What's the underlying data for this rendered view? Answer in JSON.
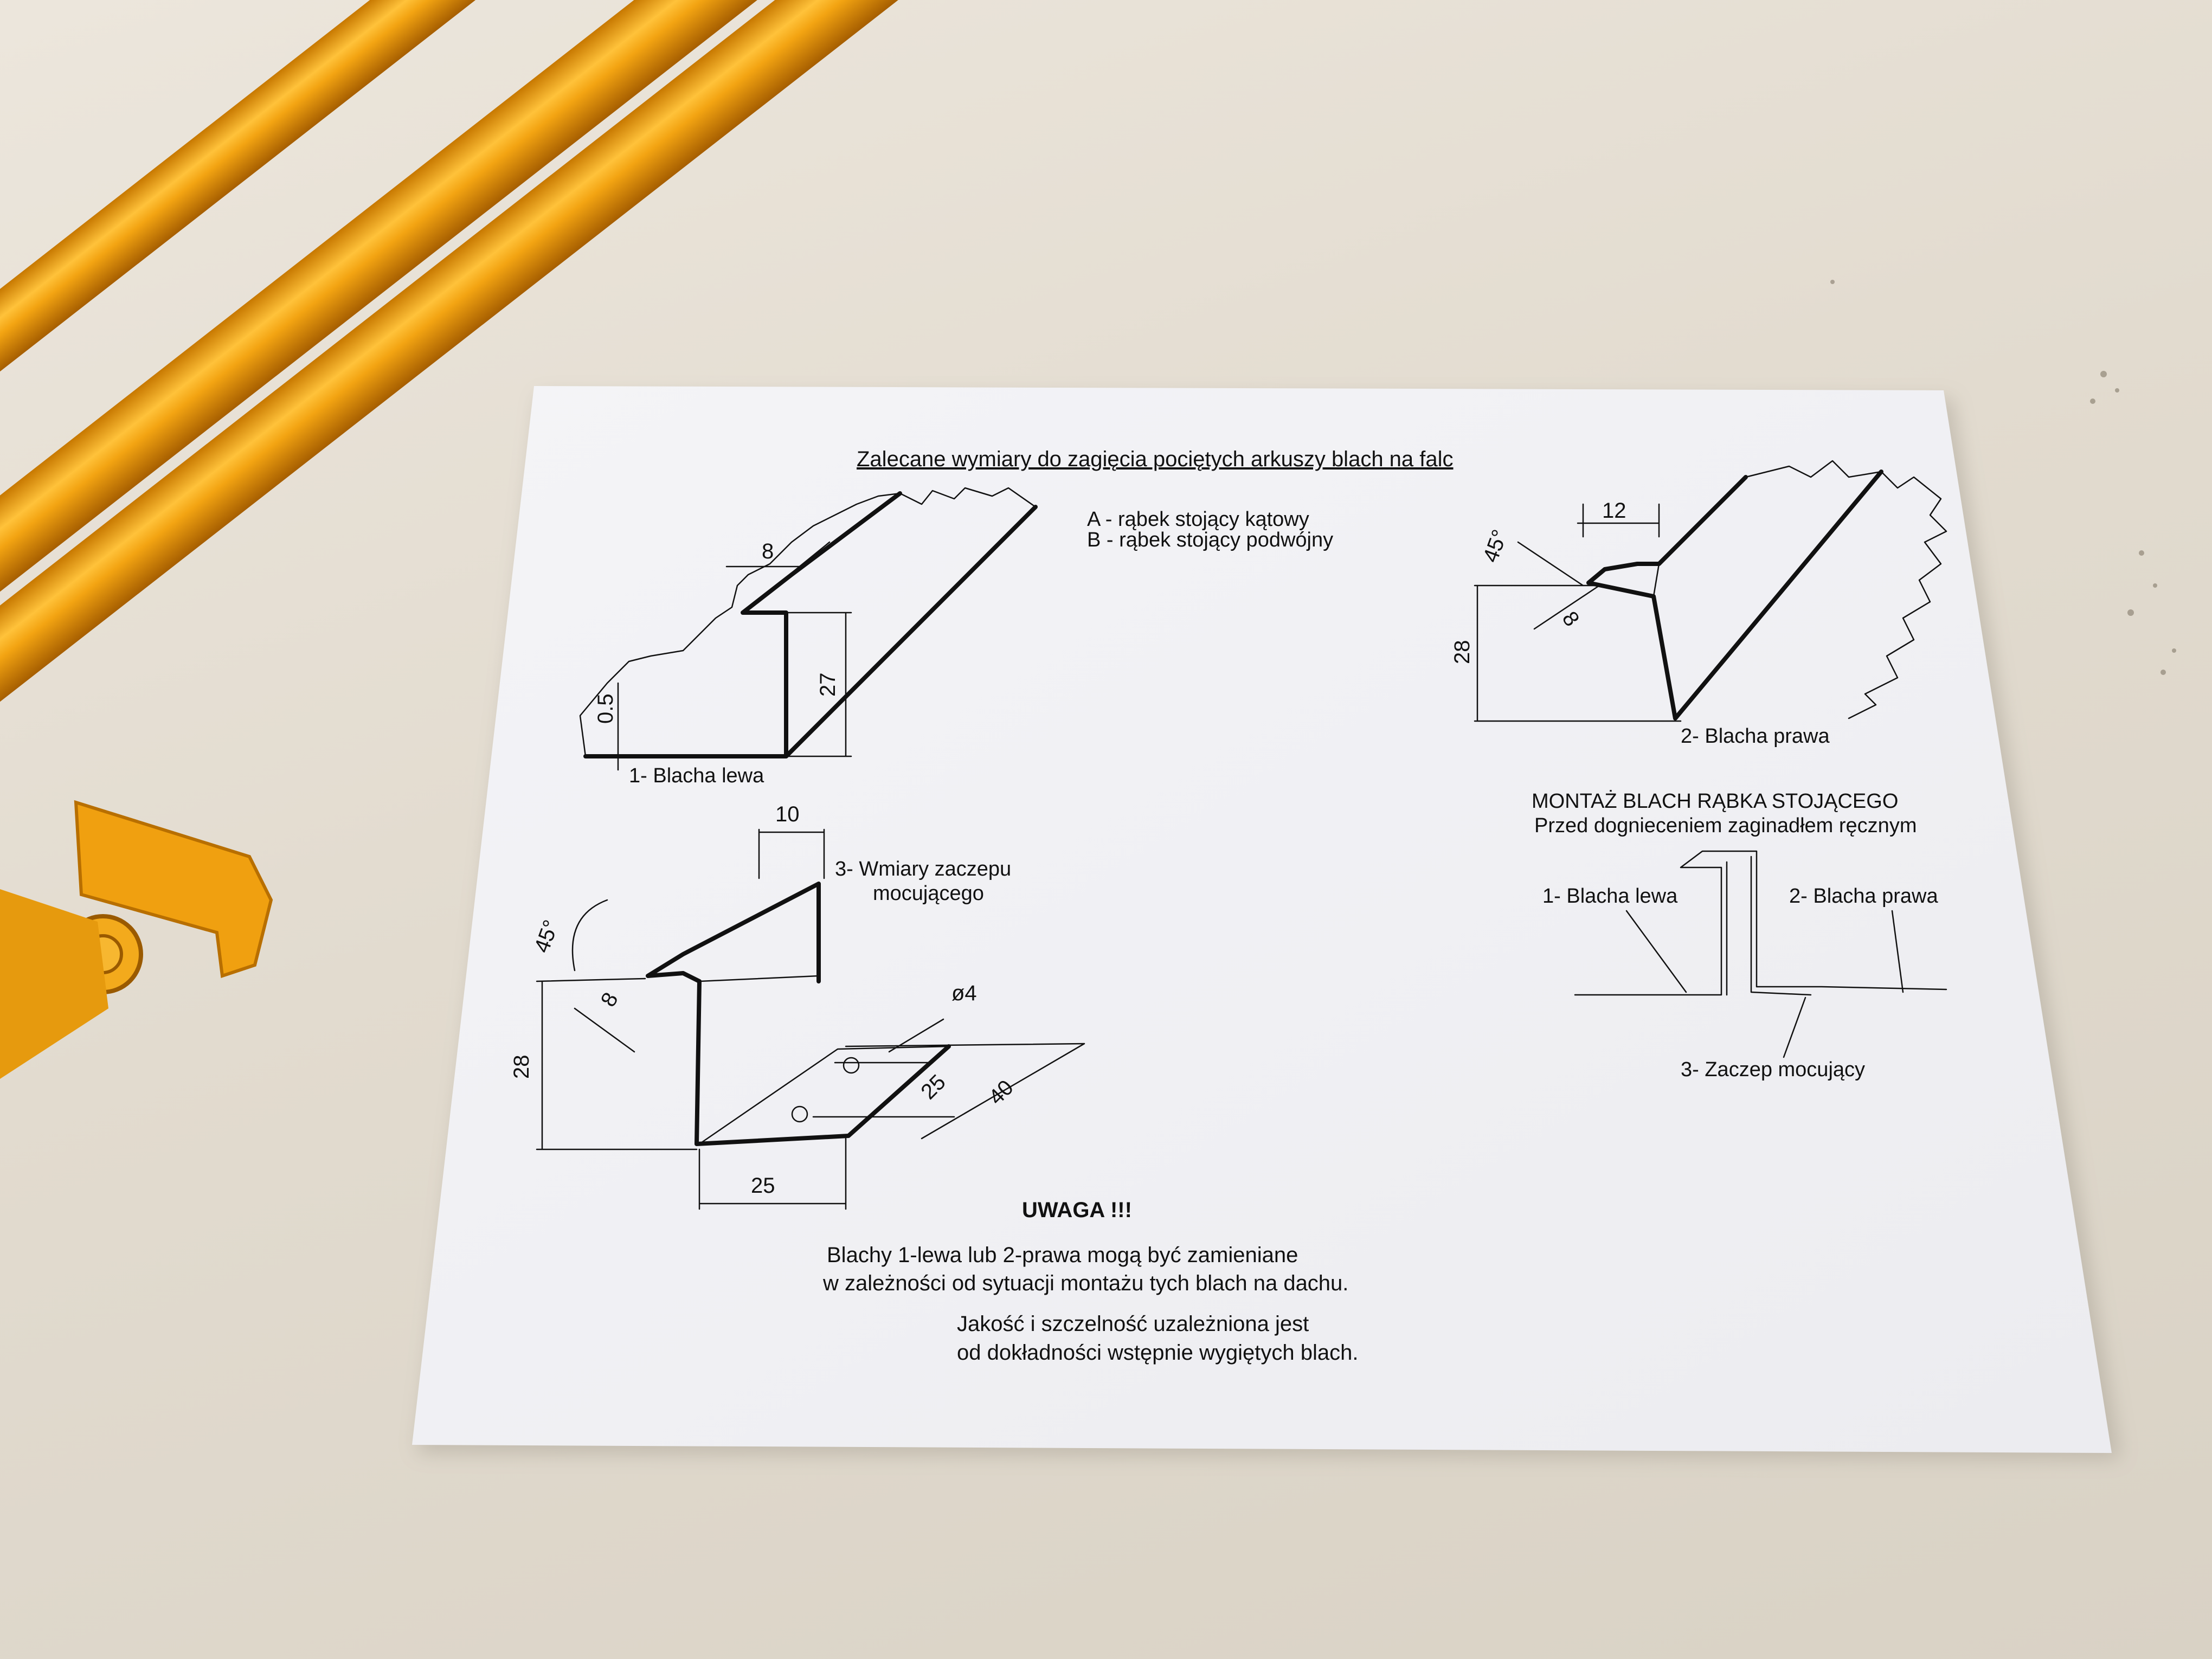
{
  "sheet": {
    "title": "Zalecane wymiary do zagięcia pociętych arkuszy blach na falc",
    "legend": [
      "A - rąbek stojący kątowy",
      "B - rąbek stojący podwójny"
    ],
    "fig1": {
      "label": "1- Blacha lewa",
      "dims": [
        "8",
        "27",
        "0.5"
      ]
    },
    "fig2": {
      "label": "2- Blacha prawa",
      "dims": [
        "12",
        "45°",
        "8",
        "28"
      ]
    },
    "fig3": {
      "label_line1": "3- Wmiary zaczepu",
      "label_line2": "mocującego",
      "dims": [
        "10",
        "45°",
        "8",
        "28",
        "ø4",
        "25",
        "40",
        "25"
      ]
    },
    "assembly": {
      "title": "MONTAŻ BLACH RĄBKA STOJĄCEGO",
      "subtitle": "Przed dognieceniem zaginadłem ręcznym",
      "left_label": "1- Blacha lewa",
      "right_label": "2- Blacha prawa",
      "bottom_label": "3- Zaczep mocujący"
    },
    "warning": {
      "heading": "UWAGA !!!",
      "line1": "Blachy 1-lewa lub 2-prawa mogą być zamieniane",
      "line2": "w zależności od sytuacji montażu tych blach na dachu.",
      "line3": "Jakość i szczelność uzależniona jest",
      "line4": "od dokładności wstępnie wygiętych blach."
    }
  },
  "colors": {
    "desk": "#e4ddd1",
    "paper": "#f6f6f8",
    "handle": "#f0a010",
    "handle_shadow": "#b86f00",
    "ink": "#111111"
  }
}
